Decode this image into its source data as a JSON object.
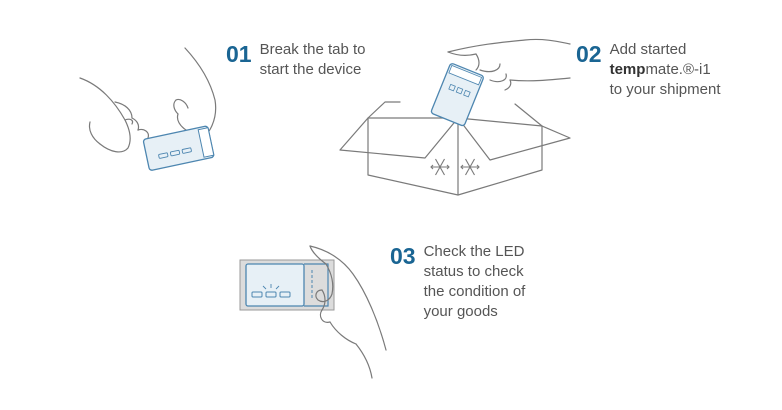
{
  "colors": {
    "accent": "#1a6593",
    "text": "#555555",
    "line": "#7a7a7a",
    "device_fill": "#e7f0f6",
    "device_stroke": "#4d86b0",
    "card_fill": "#dcdcdc"
  },
  "steps": [
    {
      "number": "01",
      "lines": [
        "Break the tab to",
        "start the device"
      ]
    },
    {
      "number": "02",
      "line1": "Add started",
      "brand_bold": "temp",
      "brand_rest": "mate.®-i1",
      "line3": "to your shipment"
    },
    {
      "number": "03",
      "lines": [
        "Check the LED",
        "status to check",
        "the condition of",
        "your goods"
      ]
    }
  ],
  "icons": [
    "hands-breaking-tab-illustration",
    "hand-placing-device-in-box-illustration",
    "hand-holding-device-led-illustration",
    "snowflake-icon"
  ]
}
